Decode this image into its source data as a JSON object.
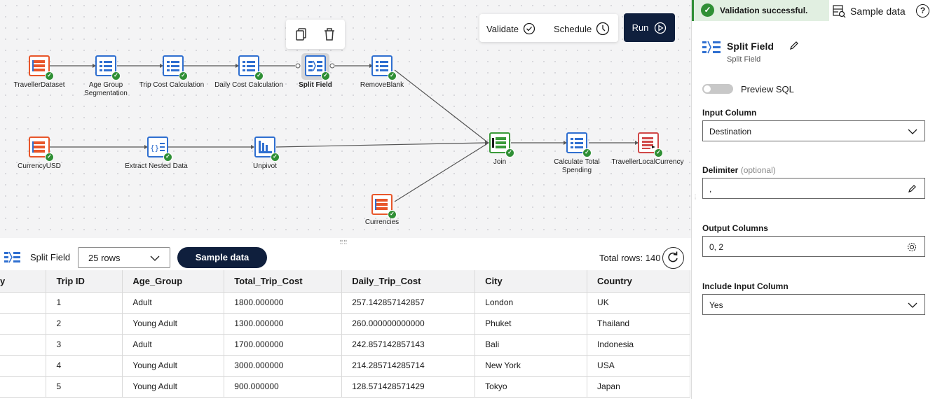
{
  "canvas": {
    "nodes": [
      {
        "id": "n1",
        "label": "TravellerDataset",
        "icon": "dataset-icon",
        "color": "#e8562a"
      },
      {
        "id": "n2",
        "label": "Age Group Segmentation",
        "icon": "transform-icon",
        "color": "#2f6fd0"
      },
      {
        "id": "n3",
        "label": "Trip Cost Calculation",
        "icon": "transform-icon",
        "color": "#2f6fd0"
      },
      {
        "id": "n4",
        "label": "Daily Cost Calculation",
        "icon": "transform-icon",
        "color": "#2f6fd0"
      },
      {
        "id": "n5",
        "label": "Split Field",
        "icon": "split-icon",
        "color": "#2f6fd0",
        "selected": true
      },
      {
        "id": "n6",
        "label": "RemoveBlank",
        "icon": "transform-icon",
        "color": "#2f6fd0"
      },
      {
        "id": "n7",
        "label": "CurrencyUSD",
        "icon": "dataset-icon",
        "color": "#e8562a"
      },
      {
        "id": "n8",
        "label": "Extract Nested Data",
        "icon": "json-icon",
        "color": "#2f6fd0"
      },
      {
        "id": "n9",
        "label": "Unpivot",
        "icon": "unpivot-icon",
        "color": "#2f6fd0"
      },
      {
        "id": "n10",
        "label": "Currencies",
        "icon": "dataset-icon",
        "color": "#e8562a"
      },
      {
        "id": "n11",
        "label": "Join",
        "icon": "join-icon",
        "color": "#3a9a3a"
      },
      {
        "id": "n12",
        "label": "Calculate Total Spending",
        "icon": "transform-icon",
        "color": "#2f6fd0"
      },
      {
        "id": "n13",
        "label": "TravellerLocalCurrency",
        "icon": "output-icon",
        "color": "#d04848"
      }
    ],
    "toolbar": {
      "copy_icon": "copy-icon",
      "delete_icon": "trash-icon"
    }
  },
  "actions": {
    "validate_label": "Validate",
    "schedule_label": "Schedule",
    "run_label": "Run"
  },
  "preview": {
    "title": "Split Field",
    "rows_select": "25 rows",
    "sample_button": "Sample data",
    "total_rows": "Total rows: 140",
    "columns": [
      "y",
      "Trip ID",
      "Age_Group",
      "Total_Trip_Cost",
      "Daily_Trip_Cost",
      "City",
      "Country"
    ],
    "rows": [
      [
        "",
        "1",
        "Adult",
        "1800.000000",
        "257.142857142857",
        "London",
        "UK"
      ],
      [
        "",
        "2",
        "Young Adult",
        "1300.000000",
        "260.000000000000",
        "Phuket",
        "Thailand"
      ],
      [
        "",
        "3",
        "Adult",
        "1700.000000",
        "242.857142857143",
        "Bali",
        "Indonesia"
      ],
      [
        "",
        "4",
        "Young Adult",
        "3000.000000",
        "214.285714285714",
        "New York",
        "USA"
      ],
      [
        "",
        "5",
        "Young Adult",
        "900.000000",
        "128.571428571429",
        "Tokyo",
        "Japan"
      ]
    ]
  },
  "side": {
    "toast": "Validation successful.",
    "sample_link": "Sample data",
    "help": "?",
    "title": "Split Field",
    "subtitle": "Split Field",
    "preview_sql": "Preview SQL",
    "input_column_label": "Input Column",
    "input_column_value": "Destination",
    "delimiter_label": "Delimiter",
    "delimiter_optional": "(optional)",
    "delimiter_value": ",",
    "output_columns_label": "Output Columns",
    "output_columns_value": "0, 2",
    "include_input_label": "Include Input Column",
    "include_input_value": "Yes"
  }
}
